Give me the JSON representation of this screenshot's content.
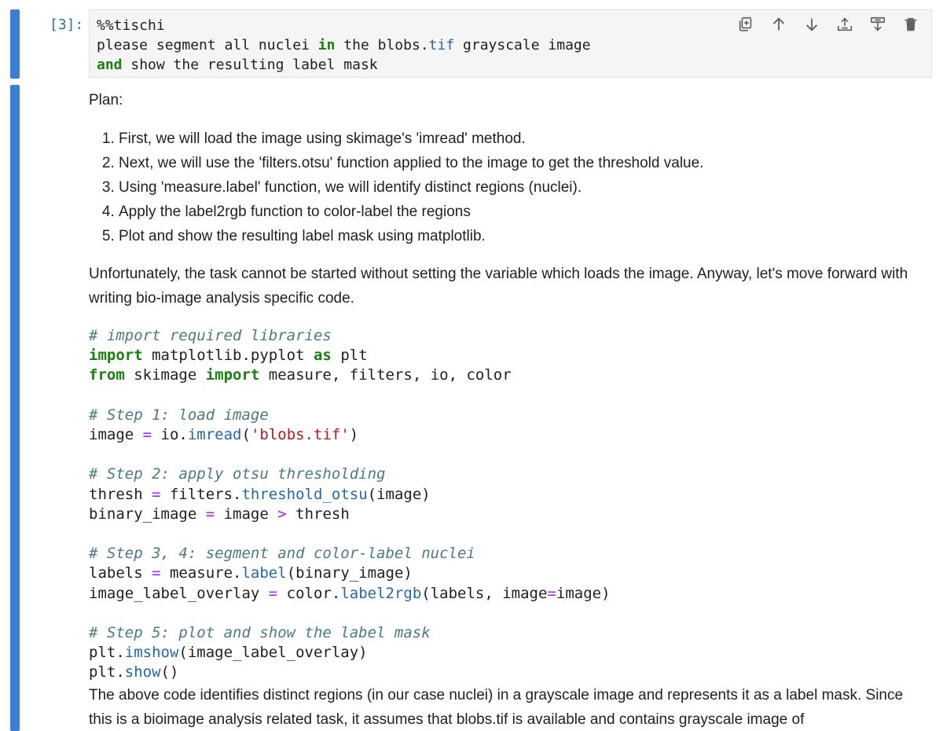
{
  "input_cell": {
    "prompt": "[3]:",
    "code_lines": [
      [
        {
          "t": "%%tischi",
          "c": ""
        }
      ],
      [
        {
          "t": "please segment all nuclei ",
          "c": ""
        },
        {
          "t": "in",
          "c": "kw"
        },
        {
          "t": " the blobs.",
          "c": ""
        },
        {
          "t": "tif",
          "c": "fn"
        },
        {
          "t": " grayscale image",
          "c": ""
        }
      ],
      [
        {
          "t": "and",
          "c": "kw"
        },
        {
          "t": " show the resulting label mask",
          "c": ""
        }
      ]
    ],
    "toolbar": [
      {
        "name": "duplicate-cell-button",
        "icon": "copy-icon"
      },
      {
        "name": "move-cell-up-button",
        "icon": "arrow-up-icon"
      },
      {
        "name": "move-cell-down-button",
        "icon": "arrow-down-icon"
      },
      {
        "name": "insert-cell-above-button",
        "icon": "insert-above-icon"
      },
      {
        "name": "insert-cell-below-button",
        "icon": "insert-below-icon"
      },
      {
        "name": "delete-cell-button",
        "icon": "trash-icon"
      }
    ]
  },
  "output_cell": {
    "plan_label": "Plan:",
    "plan_items": [
      "First, we will load the image using skimage's 'imread' method.",
      "Next, we will use the 'filters.otsu' function applied to the image to get the threshold value.",
      "Using 'measure.label' function, we will identify distinct regions (nuclei).",
      "Apply the label2rgb function to color-label the regions",
      "Plot and show the resulting label mask using matplotlib."
    ],
    "paragraph1": "Unfortunately, the task cannot be started without setting the variable which loads the image. Anyway, let's move forward with writing bio-image analysis specific code.",
    "code_lines": [
      [
        {
          "t": "# import required libraries",
          "c": "cm"
        }
      ],
      [
        {
          "t": "import",
          "c": "kw"
        },
        {
          "t": " matplotlib.pyplot ",
          "c": ""
        },
        {
          "t": "as",
          "c": "kw"
        },
        {
          "t": " plt",
          "c": ""
        }
      ],
      [
        {
          "t": "from",
          "c": "kw"
        },
        {
          "t": " skimage ",
          "c": ""
        },
        {
          "t": "import",
          "c": "kw"
        },
        {
          "t": " measure, filters, io, color",
          "c": ""
        }
      ],
      [],
      [
        {
          "t": "# Step 1: load image",
          "c": "cm"
        }
      ],
      [
        {
          "t": "image ",
          "c": ""
        },
        {
          "t": "=",
          "c": "op"
        },
        {
          "t": " io.",
          "c": ""
        },
        {
          "t": "imread",
          "c": "fn"
        },
        {
          "t": "(",
          "c": ""
        },
        {
          "t": "'blobs.tif'",
          "c": "str"
        },
        {
          "t": ")",
          "c": ""
        }
      ],
      [],
      [
        {
          "t": "# Step 2: apply otsu thresholding",
          "c": "cm"
        }
      ],
      [
        {
          "t": "thresh ",
          "c": ""
        },
        {
          "t": "=",
          "c": "op"
        },
        {
          "t": " filters.",
          "c": ""
        },
        {
          "t": "threshold_otsu",
          "c": "fn"
        },
        {
          "t": "(image)",
          "c": ""
        }
      ],
      [
        {
          "t": "binary_image ",
          "c": ""
        },
        {
          "t": "=",
          "c": "op"
        },
        {
          "t": " image ",
          "c": ""
        },
        {
          "t": ">",
          "c": "op"
        },
        {
          "t": " thresh",
          "c": ""
        }
      ],
      [],
      [
        {
          "t": "# Step 3, 4: segment and color-label nuclei",
          "c": "cm"
        }
      ],
      [
        {
          "t": "labels ",
          "c": ""
        },
        {
          "t": "=",
          "c": "op"
        },
        {
          "t": " measure.",
          "c": ""
        },
        {
          "t": "label",
          "c": "fn"
        },
        {
          "t": "(binary_image)",
          "c": ""
        }
      ],
      [
        {
          "t": "image_label_overlay ",
          "c": ""
        },
        {
          "t": "=",
          "c": "op"
        },
        {
          "t": " color.",
          "c": ""
        },
        {
          "t": "label2rgb",
          "c": "fn"
        },
        {
          "t": "(labels, image",
          "c": ""
        },
        {
          "t": "=",
          "c": "op"
        },
        {
          "t": "image)",
          "c": ""
        }
      ],
      [],
      [
        {
          "t": "# Step 5: plot and show the label mask",
          "c": "cm"
        }
      ],
      [
        {
          "t": "plt.",
          "c": ""
        },
        {
          "t": "imshow",
          "c": "fn"
        },
        {
          "t": "(image_label_overlay)",
          "c": ""
        }
      ],
      [
        {
          "t": "plt.",
          "c": ""
        },
        {
          "t": "show",
          "c": "fn"
        },
        {
          "t": "()",
          "c": ""
        }
      ]
    ],
    "paragraph2": "The above code identifies distinct regions (in our case nuclei) in a grayscale image and represents it as a label mask. Since this is a bioimage analysis related task, it assumes that blobs.tif is available and contains grayscale image of"
  },
  "colors": {
    "cell_bar": "#3b7ed7",
    "prompt": "#3070b0",
    "keyword": "#1a7f11",
    "function": "#2467b0",
    "operator": "#aa22ff",
    "string": "#b21b1b",
    "comment": "#4a7a82"
  }
}
